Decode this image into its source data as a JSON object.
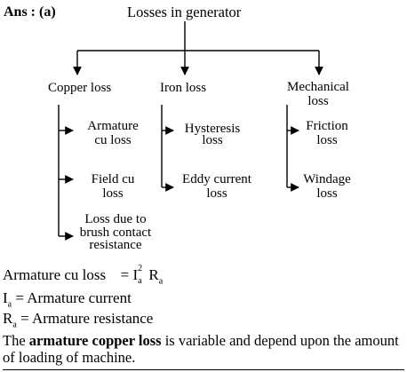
{
  "answer_label": "Ans : (a)",
  "root": "Losses in generator",
  "branches": {
    "copper": {
      "title": "Copper loss",
      "children": [
        {
          "line1": "Armature",
          "line2": "cu loss"
        },
        {
          "line1": "Field cu",
          "line2": "loss"
        },
        {
          "line1": "Loss due to",
          "line2": "brush contact",
          "line3": "resistance"
        }
      ]
    },
    "iron": {
      "title": "Iron loss",
      "children": [
        {
          "line1": "Hysteresis",
          "line2": "loss"
        },
        {
          "line1": "Eddy current",
          "line2": "loss"
        }
      ]
    },
    "mechanical": {
      "title_line1": "Mechanical",
      "title_line2": "loss",
      "children": [
        {
          "line1": "Friction",
          "line2": "loss"
        },
        {
          "line1": "Windage",
          "line2": "loss"
        }
      ]
    }
  },
  "formula": {
    "lhs": "Armature cu loss",
    "eq": "=",
    "I": "I",
    "I_sup": "2",
    "I_sub": "a",
    "R": "R",
    "R_sub": "a"
  },
  "definitions": [
    {
      "sym": "I",
      "sub": "a",
      "text": " = Armature current"
    },
    {
      "sym": "R",
      "sub": "a",
      "text": " = Armature resistance"
    }
  ],
  "paragraph": {
    "before": "The ",
    "bold": "armature copper loss",
    "after": " is variable and depend upon the amount of loading of machine."
  }
}
